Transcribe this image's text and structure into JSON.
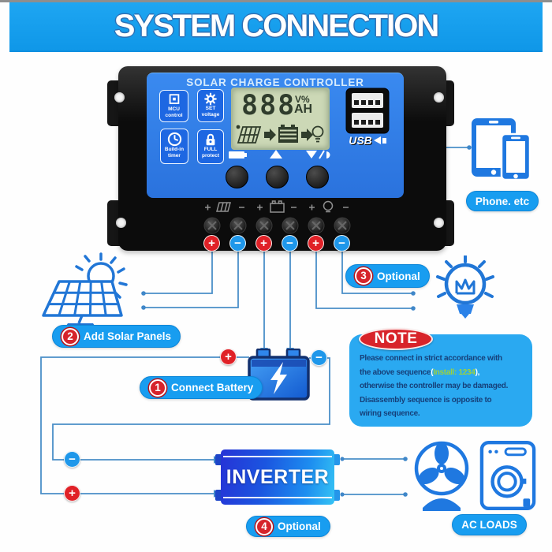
{
  "banner": {
    "title": "SYSTEM CONNECTION"
  },
  "controller": {
    "title": "SOLAR CHARGE CONTROLLER",
    "badges": [
      {
        "icon": "chip-icon",
        "line1": "MCU",
        "line2": "control"
      },
      {
        "icon": "gear-icon",
        "line1": "SET",
        "line2": "voltage"
      },
      {
        "icon": "clock-icon",
        "line1": "Build-in",
        "line2": "timer"
      },
      {
        "icon": "lock-icon",
        "line1": "FULL",
        "line2": "protect"
      }
    ],
    "lcd": {
      "digits": "888",
      "unit_top": "V%",
      "unit_bottom": "AH"
    },
    "usb_label": "USB",
    "terminals": [
      {
        "sign": "+"
      },
      {
        "sign": "−"
      },
      {
        "sign": "+"
      },
      {
        "sign": "−"
      },
      {
        "sign": "+"
      },
      {
        "sign": "−"
      }
    ]
  },
  "wire_marks": {
    "battery_plus": "+",
    "battery_minus": "−",
    "inverter_plus": "+",
    "inverter_minus": "−"
  },
  "callouts": {
    "battery": {
      "number": "1",
      "label": "Connect Battery"
    },
    "solar": {
      "number": "2",
      "label": "Add Solar Panels"
    },
    "load": {
      "number": "3",
      "label": "Optional"
    },
    "inverter": {
      "number": "4",
      "label": "Optional"
    },
    "phone": {
      "label": "Phone. etc"
    },
    "ac_loads": {
      "label": "AC LOADS"
    }
  },
  "inverter": {
    "label": "INVERTER"
  },
  "note": {
    "badge": "NOTE",
    "line1": "Please connect in strict accordance with",
    "line2_pre": "the above sequence",
    "paren_open": "(",
    "install": "Install: 1234",
    "paren_close": "),",
    "line3": "otherwise the controller may be damaged.",
    "line4": "Disassembly sequence is opposite to",
    "line5": "wiring sequence."
  },
  "colors": {
    "banner_blue": "#18a0ee",
    "pill_blue": "#189df0",
    "note_blue": "#2aa9f1",
    "badge_red": "#d6242b",
    "terminal_red": "#e02127",
    "terminal_blue": "#1e97ea",
    "wire_blue": "#4a8fc8",
    "icon_blue": "#1f78e0",
    "install_green": "#9ed23c",
    "note_text_navy": "#16407a"
  }
}
